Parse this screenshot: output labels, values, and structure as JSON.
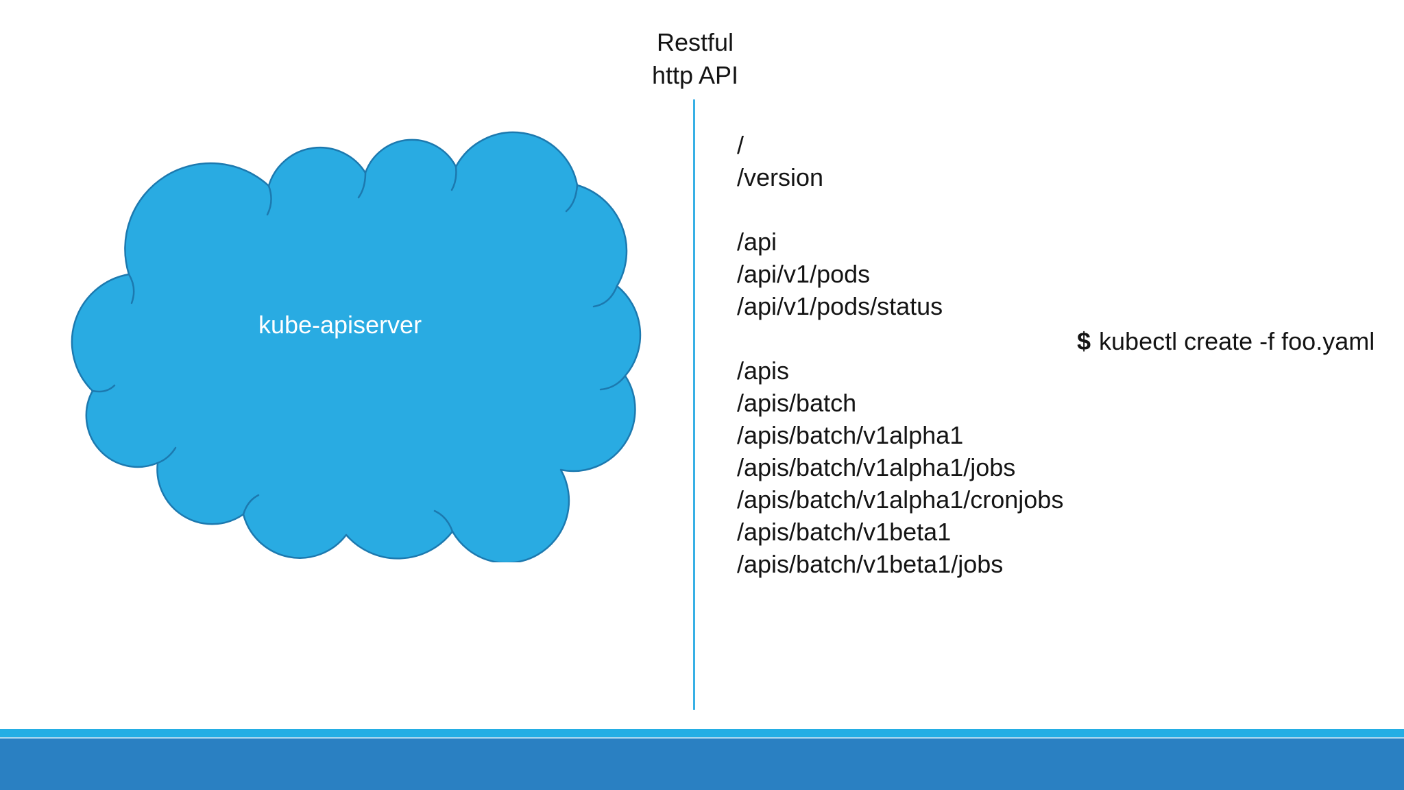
{
  "slide": {
    "cloud": {
      "label": "kube-apiserver"
    },
    "api_label": {
      "line1": "Restful",
      "line2": "http API"
    },
    "api_paths": [
      "/",
      "/version",
      "",
      "/api",
      "/api/v1/pods",
      "/api/v1/pods/status",
      "",
      "/apis",
      "/apis/batch",
      "/apis/batch/v1alpha1",
      "/apis/batch/v1alpha1/jobs",
      "/apis/batch/v1alpha1/cronjobs",
      "/apis/batch/v1beta1",
      "/apis/batch/v1beta1/jobs"
    ],
    "command": {
      "prompt": "$",
      "text": "kubectl create -f foo.yaml"
    },
    "colors": {
      "cloud_fill": "#29ABE2",
      "cloud_stroke": "#1C79AF",
      "divider_line": "#38B0E5",
      "footer_strip": "#24AEE4",
      "footer_bar": "#2A80C2",
      "text": "#141414",
      "cloud_text": "#FFFFFF"
    }
  }
}
